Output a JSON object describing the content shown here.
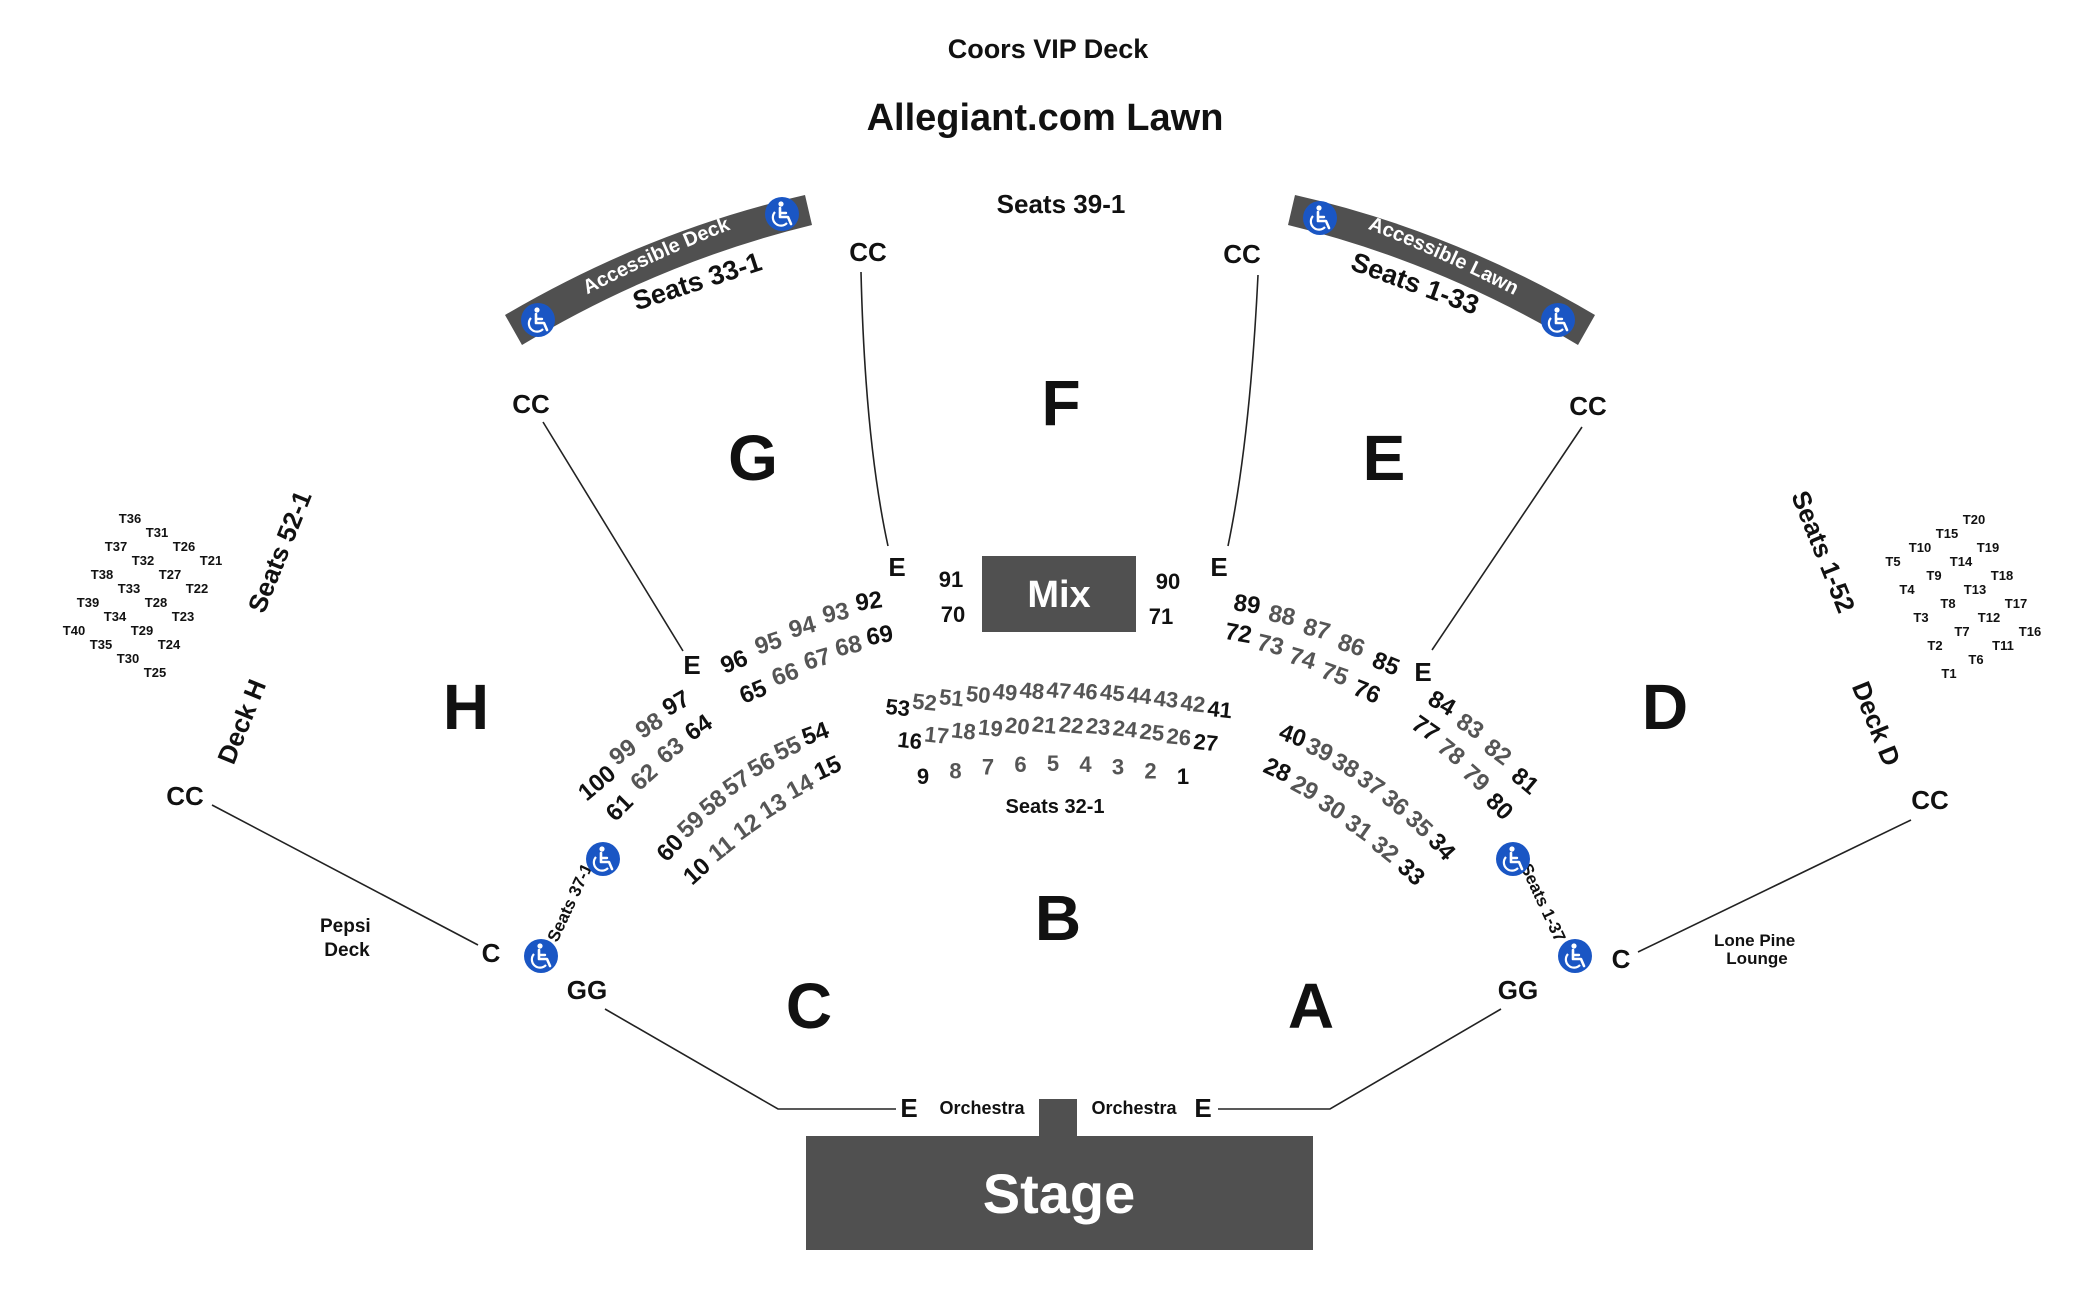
{
  "header": {
    "top_label": "Coors VIP Deck",
    "lawn_label": "Allegiant.com Lawn",
    "lawn_seats": "Seats 39-1"
  },
  "sections": {
    "A": "A",
    "B": "B",
    "C": "C",
    "D": "D",
    "E": "E",
    "F": "F",
    "G": "G",
    "H": "H"
  },
  "areas": {
    "mix": "Mix",
    "stage": "Stage",
    "orchestra_left": "Orchestra",
    "orchestra_right": "Orchestra",
    "accessible_deck": "Accessible Deck",
    "accessible_deck_seats": "Seats 33-1",
    "accessible_lawn": "Accessible Lawn",
    "accessible_lawn_seats": "Seats 1-33",
    "deck_h": "Deck H",
    "deck_h_seats": "Seats 52-1",
    "deck_d": "Deck D",
    "deck_d_seats": "Seats 1-52",
    "pepsi_deck_line1": "Pepsi",
    "pepsi_deck_line2": "Deck",
    "lone_pine_line1": "Lone Pine",
    "lone_pine_line2": "Lounge",
    "seats_32_1": "Seats 32-1",
    "seats_37_1": "Seats 37-1",
    "seats_1_37": "Seats 1-37"
  },
  "markers": {
    "cc": "CC",
    "c": "C",
    "gg": "GG",
    "e": "E"
  },
  "row_groups": {
    "center_top": [
      "53",
      "52",
      "51",
      "50",
      "49",
      "48",
      "47",
      "46",
      "45",
      "44",
      "43",
      "42",
      "41"
    ],
    "center_mid": [
      "16",
      "17",
      "18",
      "19",
      "20",
      "21",
      "22",
      "23",
      "24",
      "25",
      "26",
      "27"
    ],
    "center_bot": [
      "9",
      "8",
      "7",
      "6",
      "5",
      "4",
      "3",
      "2",
      "1"
    ],
    "left_a": [
      "92",
      "93",
      "94",
      "95",
      "96"
    ],
    "left_b": [
      "69",
      "68",
      "67",
      "66",
      "65"
    ],
    "left_c": [
      "97",
      "98",
      "99",
      "100"
    ],
    "left_d": [
      "64",
      "63",
      "62",
      "61"
    ],
    "left_e": [
      "54",
      "55",
      "56",
      "57",
      "58",
      "59",
      "60"
    ],
    "left_f": [
      "15",
      "14",
      "13",
      "12",
      "11",
      "10"
    ],
    "right_a": [
      "89",
      "88",
      "87",
      "86",
      "85"
    ],
    "right_b": [
      "72",
      "73",
      "74",
      "75",
      "76"
    ],
    "right_c": [
      "84",
      "83",
      "82",
      "81"
    ],
    "right_d": [
      "77",
      "78",
      "79",
      "80"
    ],
    "right_e": [
      "40",
      "39",
      "38",
      "37",
      "36",
      "35",
      "34"
    ],
    "right_f": [
      "28",
      "29",
      "30",
      "31",
      "32",
      "33"
    ],
    "mix_left": [
      "91",
      "70"
    ],
    "mix_right": [
      "90",
      "71"
    ]
  },
  "tables_left": [
    "T36",
    "T31",
    "T26",
    "T21",
    "T37",
    "T32",
    "T27",
    "T22",
    "T38",
    "T33",
    "T28",
    "T23",
    "T39",
    "T34",
    "T29",
    "T24",
    "T40",
    "T35",
    "T30",
    "T25"
  ],
  "tables_right": [
    "T20",
    "T15",
    "T10",
    "T5",
    "T19",
    "T14",
    "T9",
    "T4",
    "T18",
    "T13",
    "T8",
    "T3",
    "T17",
    "T12",
    "T7",
    "T2",
    "T16",
    "T11",
    "T6",
    "T1"
  ],
  "colors": {
    "dark_gray": "#505050",
    "accessible_blue": "#1a56c4",
    "text": "#111111",
    "seat_gray": "#555555"
  },
  "icons": [
    "wheelchair-icon"
  ]
}
